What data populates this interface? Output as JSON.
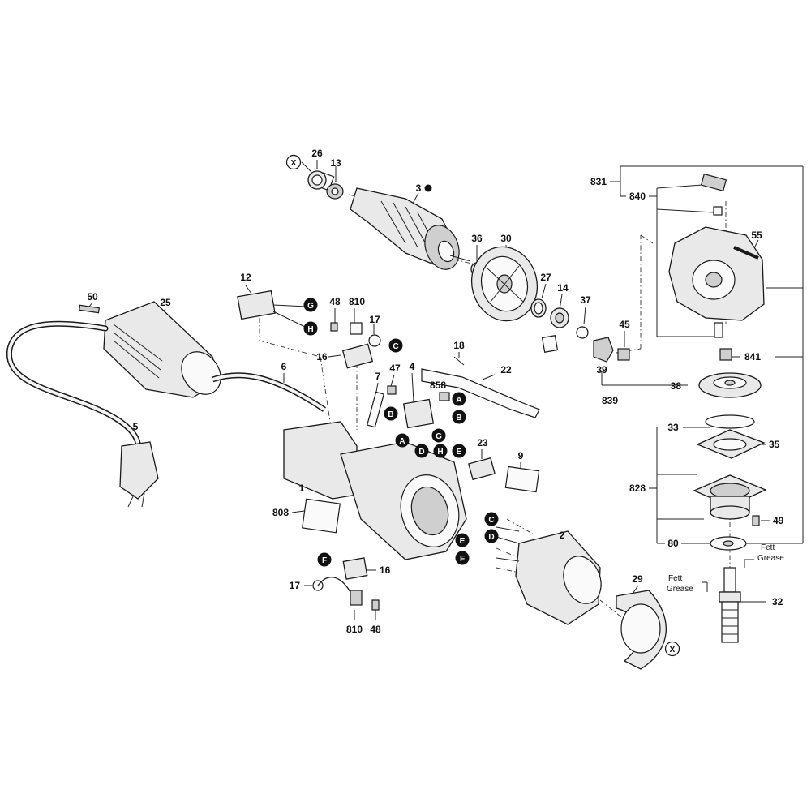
{
  "callouts": [
    {
      "id": "c26",
      "text": "26"
    },
    {
      "id": "c13",
      "text": "13"
    },
    {
      "id": "c3",
      "text": "3"
    },
    {
      "id": "c36",
      "text": "36"
    },
    {
      "id": "c30",
      "text": "30"
    },
    {
      "id": "c27",
      "text": "27"
    },
    {
      "id": "c14",
      "text": "14"
    },
    {
      "id": "c37",
      "text": "37"
    },
    {
      "id": "c45",
      "text": "45"
    },
    {
      "id": "c39",
      "text": "39"
    },
    {
      "id": "c839",
      "text": "839"
    },
    {
      "id": "c38",
      "text": "38"
    },
    {
      "id": "c831",
      "text": "831"
    },
    {
      "id": "c840",
      "text": "840"
    },
    {
      "id": "c55",
      "text": "55"
    },
    {
      "id": "c841",
      "text": "841"
    },
    {
      "id": "c33",
      "text": "33"
    },
    {
      "id": "c35",
      "text": "35"
    },
    {
      "id": "c828",
      "text": "828"
    },
    {
      "id": "c49",
      "text": "49"
    },
    {
      "id": "c80",
      "text": "80"
    },
    {
      "id": "c32",
      "text": "32"
    },
    {
      "id": "c12",
      "text": "12"
    },
    {
      "id": "c48a",
      "text": "48"
    },
    {
      "id": "c810a",
      "text": "810"
    },
    {
      "id": "c17a",
      "text": "17"
    },
    {
      "id": "c16a",
      "text": "16"
    },
    {
      "id": "c18",
      "text": "18"
    },
    {
      "id": "c22",
      "text": "22"
    },
    {
      "id": "c50",
      "text": "50"
    },
    {
      "id": "c25",
      "text": "25"
    },
    {
      "id": "c6",
      "text": "6"
    },
    {
      "id": "c7",
      "text": "7"
    },
    {
      "id": "c47",
      "text": "47"
    },
    {
      "id": "c4",
      "text": "4"
    },
    {
      "id": "c858",
      "text": "858"
    },
    {
      "id": "c23",
      "text": "23"
    },
    {
      "id": "c9",
      "text": "9"
    },
    {
      "id": "c5",
      "text": "5"
    },
    {
      "id": "c1",
      "text": "1"
    },
    {
      "id": "c808",
      "text": "808"
    },
    {
      "id": "c2",
      "text": "2"
    },
    {
      "id": "c29",
      "text": "29"
    },
    {
      "id": "c16b",
      "text": "16"
    },
    {
      "id": "c17b",
      "text": "17"
    },
    {
      "id": "c810b",
      "text": "810"
    },
    {
      "id": "c48b",
      "text": "48"
    }
  ],
  "connectors": [
    {
      "id": "xa",
      "text": "X",
      "style": "open"
    },
    {
      "id": "xb",
      "text": "X",
      "style": "open"
    },
    {
      "id": "g1",
      "text": "G",
      "style": "filled"
    },
    {
      "id": "h1",
      "text": "H",
      "style": "filled"
    },
    {
      "id": "c1c",
      "text": "C",
      "style": "filled"
    },
    {
      "id": "b1",
      "text": "B",
      "style": "filled"
    },
    {
      "id": "a1",
      "text": "A",
      "style": "filled"
    },
    {
      "id": "a2",
      "text": "A",
      "style": "filled"
    },
    {
      "id": "b2",
      "text": "B",
      "style": "filled"
    },
    {
      "id": "g2",
      "text": "G",
      "style": "filled"
    },
    {
      "id": "d1",
      "text": "D",
      "style": "filled"
    },
    {
      "id": "h2",
      "text": "H",
      "style": "filled"
    },
    {
      "id": "e1",
      "text": "E",
      "style": "filled"
    },
    {
      "id": "c2c",
      "text": "C",
      "style": "filled"
    },
    {
      "id": "d2",
      "text": "D",
      "style": "filled"
    },
    {
      "id": "e2",
      "text": "E",
      "style": "filled"
    },
    {
      "id": "f1",
      "text": "F",
      "style": "filled"
    },
    {
      "id": "f2",
      "text": "F",
      "style": "filled"
    }
  ],
  "notes": {
    "grease_top_de": "Fett",
    "grease_top_en": "Grease",
    "grease_left_de": "Fett",
    "grease_left_en": "Grease"
  }
}
